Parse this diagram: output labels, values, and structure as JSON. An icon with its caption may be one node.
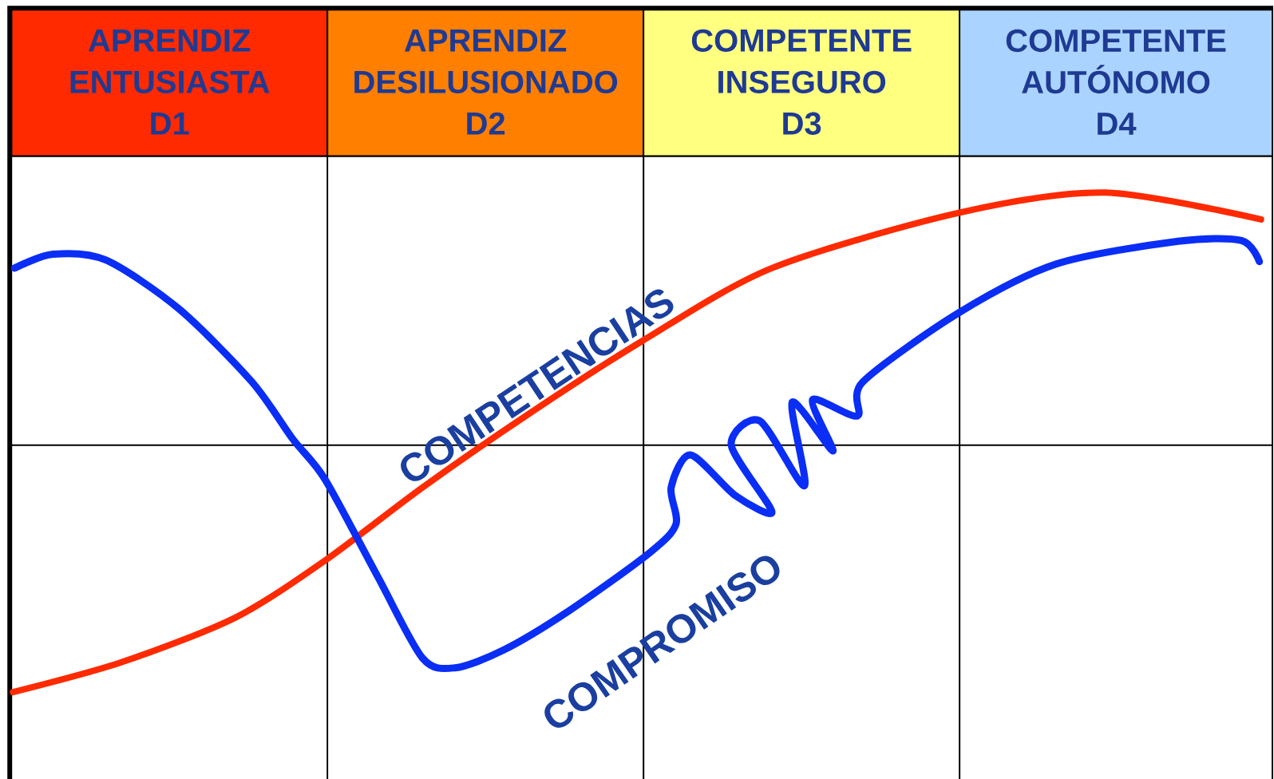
{
  "diagram": {
    "nodes": [
      {
        "text": [
          "APRENDIZ ENTUSIASTA",
          "D1"
        ]
      },
      {
        "text": [
          "APRENDIZ DESILUSIONADO",
          "D2"
        ]
      },
      {
        "text": [
          "COMPETENTE INSEGURO",
          "D3"
        ]
      },
      {
        "text": [
          "COMPETENTE AUTÓNOMO",
          "D4"
        ]
      }
    ],
    "labels": [
      "COMPETENCIAS",
      "COMPROMISO"
    ]
  }
}
